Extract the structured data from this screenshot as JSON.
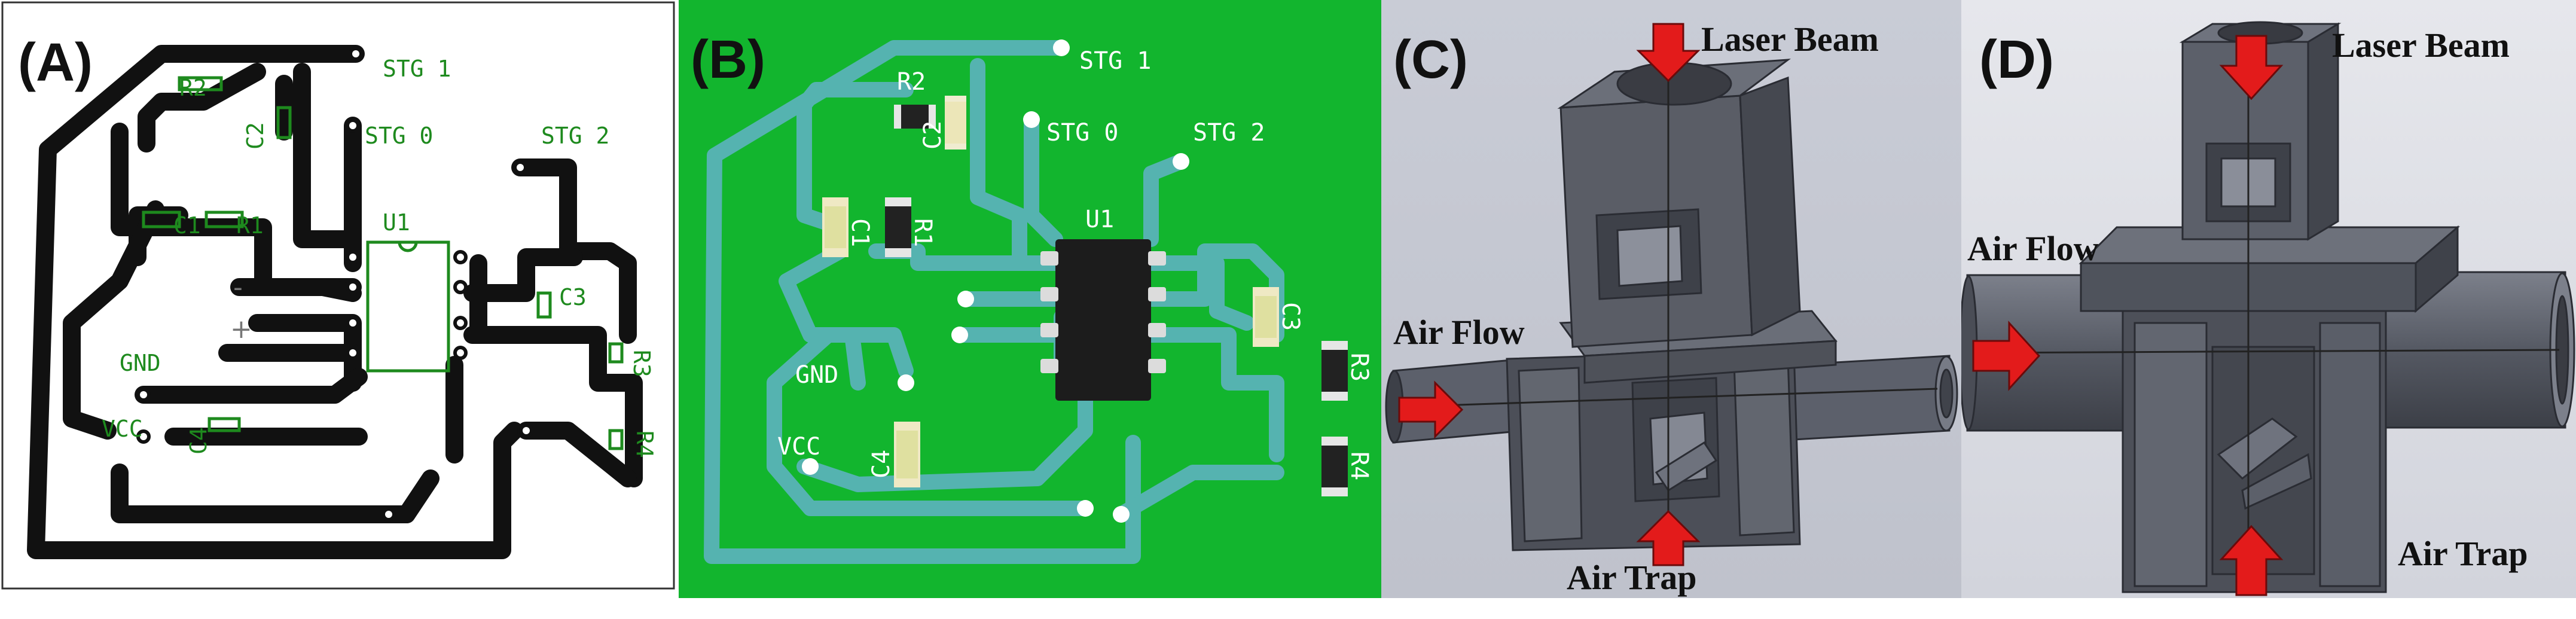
{
  "colors": {
    "trace_black": "#111111",
    "silk_green": "#1e8a1e",
    "board_green": "#12b52e",
    "trace_teal": "#55b3b0",
    "chip_black": "#1c1c1c",
    "body_gray": "#565963",
    "arrow_red": "#e31b1b",
    "bg_gray_c": "#c9ccd6",
    "bg_gray_d": "#d4d6de"
  },
  "panels": {
    "a": {
      "label": "(A)",
      "labels": {
        "stg1": "STG 1",
        "stg0": "STG 0",
        "stg2": "STG 2",
        "r2": "R2",
        "c2": "C2",
        "c1": "C1",
        "r1": "R1",
        "u1": "U1",
        "c3": "C3",
        "r3": "R3",
        "r4": "R4",
        "gnd": "GND",
        "vcc": "VCC",
        "c4": "C4",
        "minus": "-",
        "plus": "+"
      }
    },
    "b": {
      "label": "(B)",
      "labels": {
        "stg1": "STG 1",
        "stg0": "STG 0",
        "stg2": "STG 2",
        "r2": "R2",
        "c2": "C2",
        "c1": "C1",
        "r1": "R1",
        "u1": "U1",
        "c3": "C3",
        "r3": "R3",
        "r4": "R4",
        "gnd": "GND",
        "vcc": "VCC",
        "c4": "C4"
      }
    },
    "c": {
      "label": "(C)",
      "laser": "Laser Beam",
      "air_flow": "Air Flow",
      "air_trap": "Air Trap"
    },
    "d": {
      "label": "(D)",
      "laser": "Laser Beam",
      "air_flow": "Air Flow",
      "air_trap": "Air Trap"
    }
  }
}
